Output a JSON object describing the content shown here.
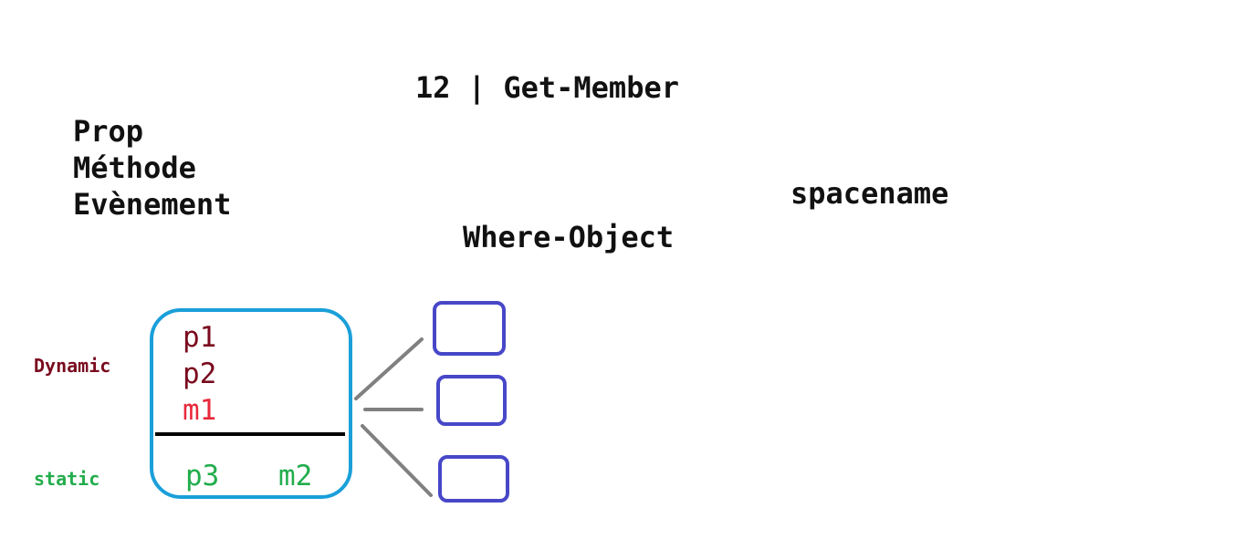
{
  "title": "12 | Get-Member",
  "member_kinds": [
    "Prop",
    "Méthode",
    "Evènement"
  ],
  "spacename": "spacename",
  "where_object": "Where-Object",
  "object": {
    "dynamic_label": "Dynamic",
    "static_label": "static",
    "dynamic_members": [
      "p1",
      "p2",
      "m1"
    ],
    "static_members": [
      "p3",
      "m2"
    ]
  },
  "colors": {
    "dynamic_property": "#7a0a1e",
    "dynamic_method": "#e8283a",
    "static": "#22ad4c",
    "object_border": "#1a9fd9",
    "small_box_border": "#4747c8",
    "connector": "#808080"
  }
}
